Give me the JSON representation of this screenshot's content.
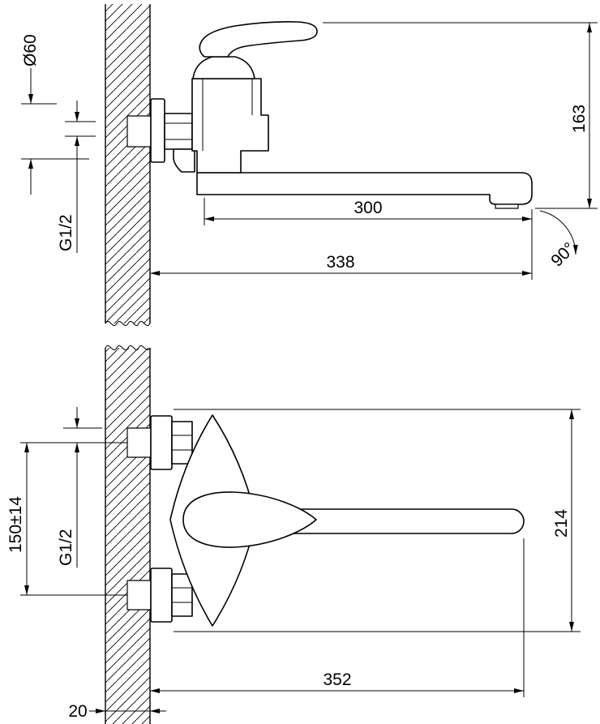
{
  "colors": {
    "background": "#ffffff",
    "line": "#000000"
  },
  "labels": {
    "side": {
      "diameter": "Ø60",
      "thread": "G1/2",
      "height": "163",
      "spout_length": "300",
      "overall_length": "338",
      "swivel_angle": "90°"
    },
    "front": {
      "mount_centers": "150±14",
      "thread": "G1/2",
      "height": "214",
      "overall_length": "352",
      "wall_thickness": "20"
    }
  }
}
